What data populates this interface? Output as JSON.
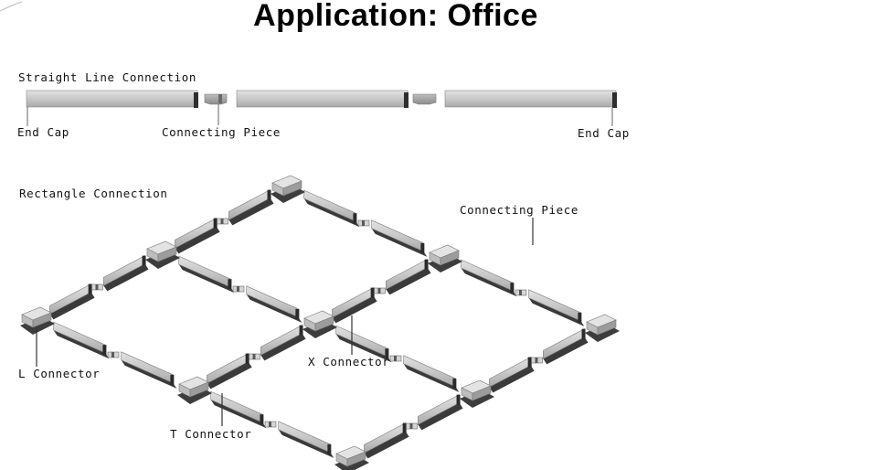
{
  "title": "Application:  Office",
  "straight": {
    "heading": "Straight Line Connection",
    "end_cap_left": "End Cap",
    "connecting_piece": "Connecting Piece",
    "end_cap_right": "End Cap"
  },
  "rectangle": {
    "heading": "Rectangle Connection",
    "connecting_piece": "Connecting Piece",
    "l_connector": "L Connector",
    "x_connector": "X Connector",
    "t_connector": "T Connector"
  },
  "colors": {
    "track_face": "#c9c9c9",
    "track_top": "#e6e6e6",
    "track_shadow": "#3a3a3a",
    "connector_dark": "#5a5a5a"
  }
}
